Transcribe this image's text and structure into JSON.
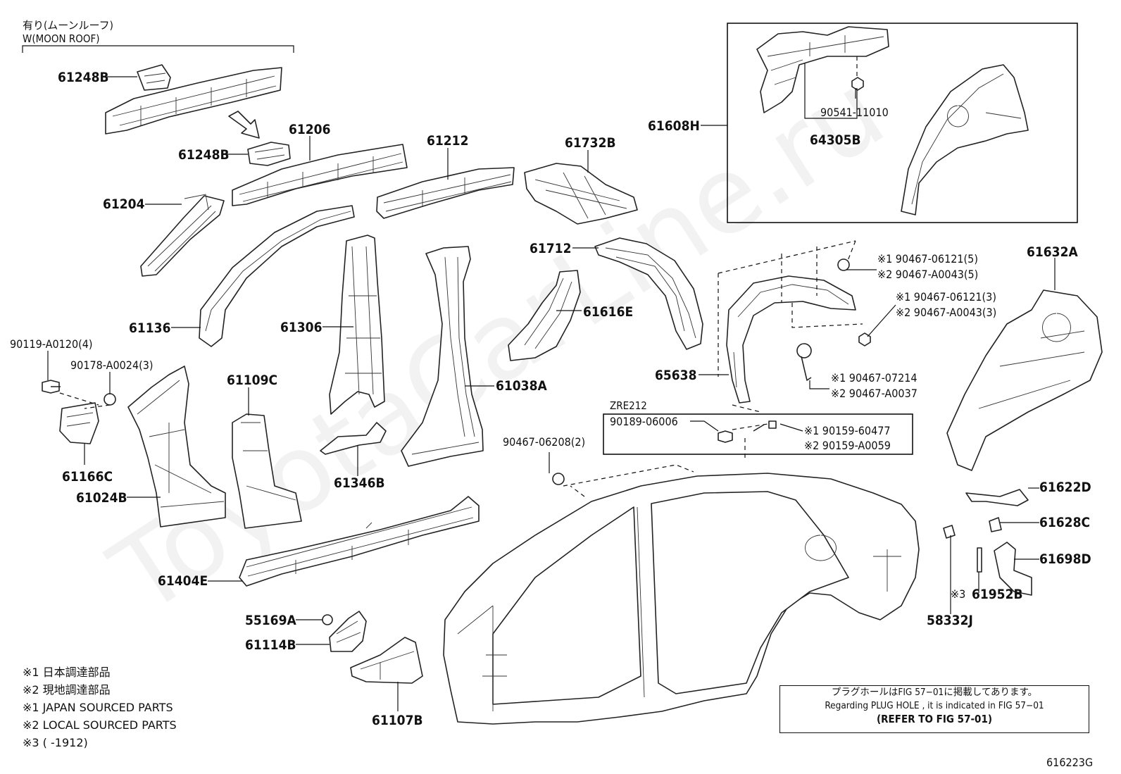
{
  "header": {
    "moonroof_jp": "有り(ムーンルーフ)",
    "moonroof_en": "W(MOON ROOF)",
    "zre": "ZRE212"
  },
  "watermark": "ToyotaCarLine.ru",
  "parts": {
    "p61248B_top": "61248B",
    "p61248B_mid": "61248B",
    "p61206": "61206",
    "p61212": "61212",
    "p61732B": "61732B",
    "p61608H": "61608H",
    "p64305B": "64305B",
    "p90541": "90541-11010",
    "p61204": "61204",
    "p61136": "61136",
    "p61306": "61306",
    "p61712": "61712",
    "p61616E": "61616E",
    "p65638": "65638",
    "p61632A": "61632A",
    "p90119": "90119-A0120(4)",
    "p90178": "90178-A0024(3)",
    "p61109C": "61109C",
    "p61038A": "61038A",
    "p61166C": "61166C",
    "p61024B": "61024B",
    "p61346B": "61346B",
    "p90467_06208": "90467-06208(2)",
    "p90189": "90189-06006",
    "p61404E": "61404E",
    "p55169A": "55169A",
    "p61114B": "61114B",
    "p61107B": "61107B",
    "p61622D": "61622D",
    "p61628C": "61628C",
    "p61698D": "61698D",
    "p61952B": "61952B",
    "p58332J": "58332J",
    "p616223G": "616223G"
  },
  "fasteners": {
    "f1a": "※1 90467-06121(5)",
    "f1b": "※2 90467-A0043(5)",
    "f2a": "※1 90467-06121(3)",
    "f2b": "※2 90467-A0043(3)",
    "f3a": "※1 90467-07214",
    "f3b": "※2 90467-A0037",
    "f4a": "※1 90159-60477",
    "f4b": "※2 90159-A0059",
    "f5": "※3"
  },
  "legend": {
    "l1": "※1  日本調達部品",
    "l2": "※2  現地調達部品",
    "l3": "※1  JAPAN SOURCED PARTS",
    "l4": "※2  LOCAL SOURCED PARTS",
    "l5": "※3 (       -1912)"
  },
  "reference": {
    "jp": "プラグホールはFIG 57−01に掲載してあります。",
    "en": "Regarding  PLUG  HOLE , it is indicated in FIG  57−01",
    "refer": "(REFER TO FIG 57-01)"
  }
}
